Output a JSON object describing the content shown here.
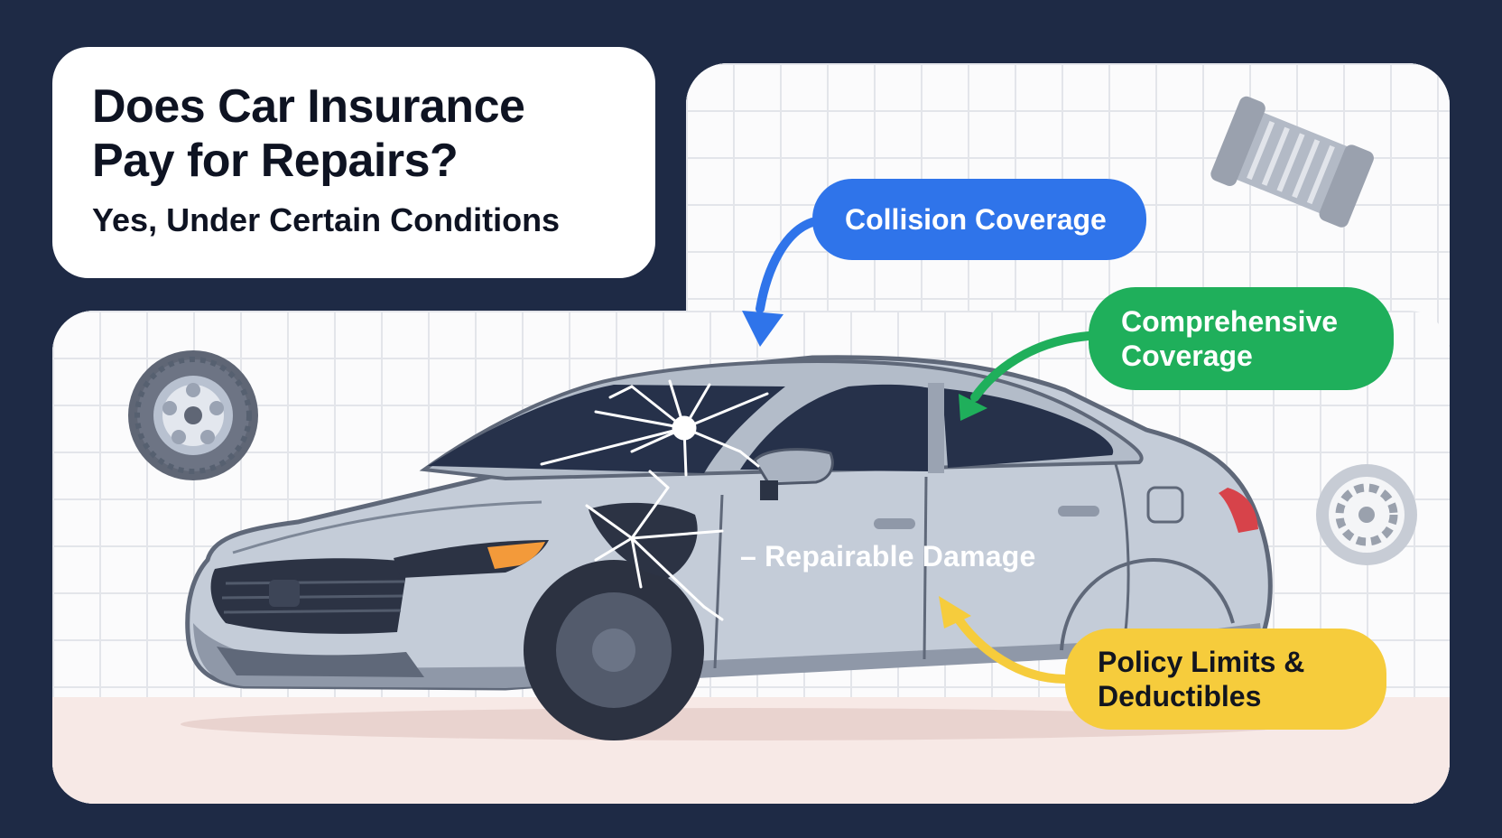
{
  "title": {
    "line1": "Does Car Insurance",
    "line2": "Pay for Repairs?",
    "subtitle": "Yes, Under Certain Conditions"
  },
  "callouts": {
    "collision": "Collision Coverage",
    "comprehensive": "Comprehensive\nCoverage",
    "damage": "– Repairable Damage",
    "policy": "Policy Limits &\nDeductibles"
  },
  "colors": {
    "background": "#1e2a45",
    "collision": "#2f74ea",
    "comprehensive": "#1faf5b",
    "policy": "#f6cc3c"
  },
  "icons": [
    "tire-icon",
    "wheel-rim-icon",
    "engine-part-icon",
    "car-illustration",
    "cracked-windshield",
    "dent-damage"
  ]
}
